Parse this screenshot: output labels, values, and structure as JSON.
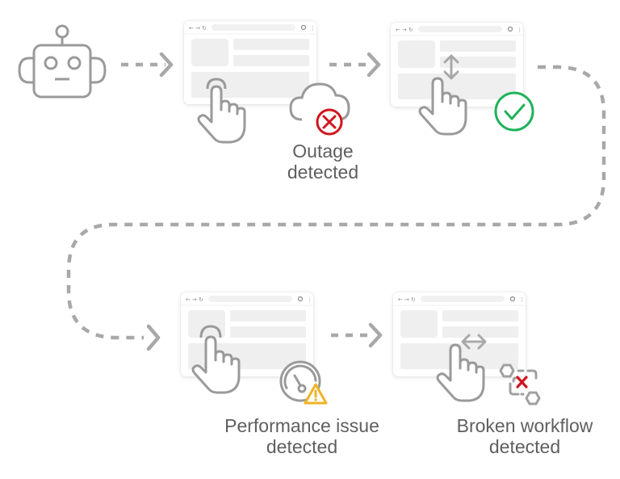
{
  "diagram": {
    "title": "",
    "colors": {
      "stroke_gray": "#9a9a9a",
      "dash_gray": "#a8a8a8",
      "placeholder_gray": "#efefef",
      "text_gray": "#5f5f5f",
      "error_red": "#d0161e",
      "success_green": "#1fb25a",
      "warning_amber": "#f0b323"
    },
    "nodes": [
      {
        "id": "robot",
        "icon": "robot-icon"
      },
      {
        "id": "step1",
        "icon": "tap-hand-icon",
        "status_icon": "cloud-error-icon",
        "label_lines": [
          "Outage",
          "detected"
        ]
      },
      {
        "id": "step2",
        "icon": "scroll-vertical-hand-icon",
        "status_icon": "check-circle-icon",
        "label_lines": []
      },
      {
        "id": "step3",
        "icon": "tap-hand-icon",
        "status_icon": "gauge-warning-icon",
        "label_lines": [
          "Performance issue",
          "detected"
        ]
      },
      {
        "id": "step4",
        "icon": "swipe-horizontal-hand-icon",
        "status_icon": "broken-workflow-icon",
        "label_lines": [
          "Broken workflow",
          "detected"
        ]
      }
    ],
    "browser_toolbar": {
      "back_glyph": "←",
      "forward_glyph": "→",
      "reload_glyph": "↻",
      "menu_glyph": "⋮"
    }
  }
}
